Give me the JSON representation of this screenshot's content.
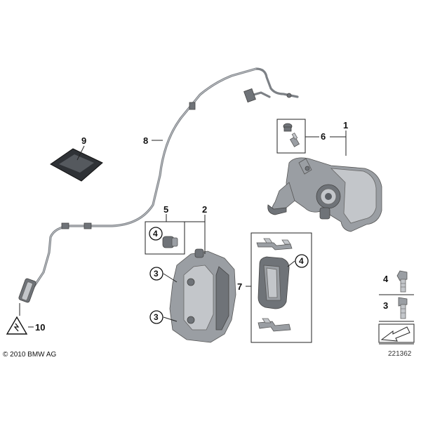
{
  "labels": {
    "l1": "1",
    "l2": "2",
    "l3a": "3",
    "l3b": "3",
    "l4a": "4",
    "l4b": "4",
    "l5": "5",
    "l6": "6",
    "l7": "7",
    "l8": "8",
    "l9": "9",
    "l10": "10"
  },
  "legend": {
    "row1_num": "4",
    "row2_num": "3"
  },
  "copyright": "© 2010 BMW AG",
  "image_number": "221362"
}
